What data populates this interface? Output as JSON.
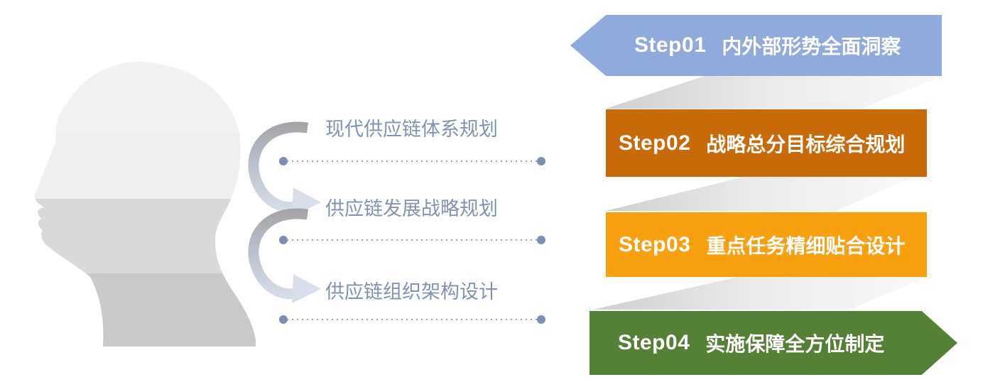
{
  "process_items": [
    {
      "label": "现代供应链体系规划"
    },
    {
      "label": "供应链发展战略规划"
    },
    {
      "label": "供应链组织架构设计"
    }
  ],
  "steps": [
    {
      "step": "Step01",
      "title": "内外部形势全面洞察",
      "color": "#8FAADC",
      "shape": "arrow-left"
    },
    {
      "step": "Step02",
      "title": "战略总分目标综合规划",
      "color": "#C86A07",
      "shape": "rectangle"
    },
    {
      "step": "Step03",
      "title": "重点任务精细贴合设计",
      "color": "#F9A00F",
      "shape": "rectangle"
    },
    {
      "step": "Step04",
      "title": "实施保障全方位制定",
      "color": "#538135",
      "shape": "arrow-right"
    }
  ],
  "colors": {
    "banner_text": "#FFFFFF",
    "process_label": "#8193B3",
    "dotted_line": "#94A5C0",
    "dot_endpoint": "#7C8FB0",
    "arrow_dark": "#A5A5A5",
    "arrow_light": "#D9DFEA",
    "connector_dark": "#D2D2D2",
    "connector_light": "#F8F8F8",
    "head_bands": [
      "#F2F2F2",
      "#EFEFEF",
      "#D9D9D9",
      "#CACACA"
    ]
  }
}
